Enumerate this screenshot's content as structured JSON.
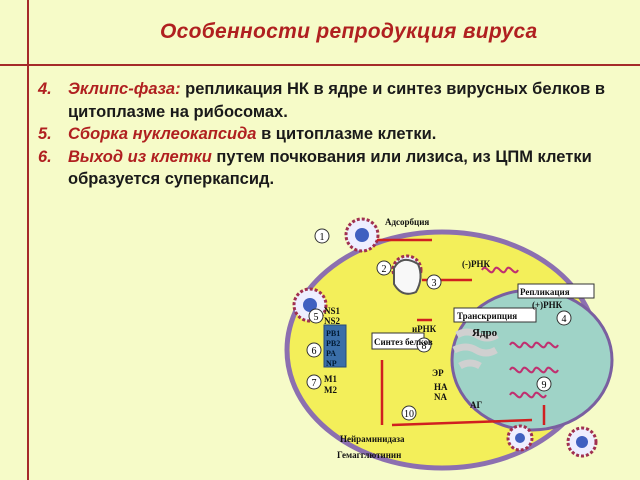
{
  "slide": {
    "title": "Особенности репродукция  вируса",
    "items": [
      {
        "number": "4.",
        "term": "Эклипс-фаза:",
        "text": " репликация НК в ядре и синтез вирусных белков в цитоплазме на рибосомах."
      },
      {
        "number": "5.",
        "term": "Сборка  нуклеокапсида",
        "text": " в цитоплазме клетки."
      },
      {
        "number": "6.",
        "term": "Выход из клетки",
        "text": " путем почкования или лизиса, из ЦПМ клетки образуется суперкапсид."
      }
    ]
  },
  "diagram": {
    "labels": {
      "adsorption": "Адсорбция",
      "neg_rna": "(-)РНК",
      "replication": "Репликация",
      "pos_rna": "(+)РНК",
      "transcription": "Транскрипция",
      "nucleus": "Ядро",
      "mrna": "иРНК",
      "protein_synthesis": "Синтез белков",
      "ns1": "NS1",
      "ns2": "NS2",
      "pb1": "PB1",
      "pb2": "PB2",
      "pa": "PA",
      "np": "NP",
      "m1": "M1",
      "m2": "M2",
      "er": "ЭР",
      "ha": "HA",
      "na": "NA",
      "ag": "АГ",
      "neuraminidase": "Нейраминидаза",
      "hemagglutinin": "Гемагглютинин"
    },
    "steps": [
      "1",
      "2",
      "3",
      "4",
      "5",
      "6",
      "7",
      "8",
      "9",
      "10"
    ]
  }
}
